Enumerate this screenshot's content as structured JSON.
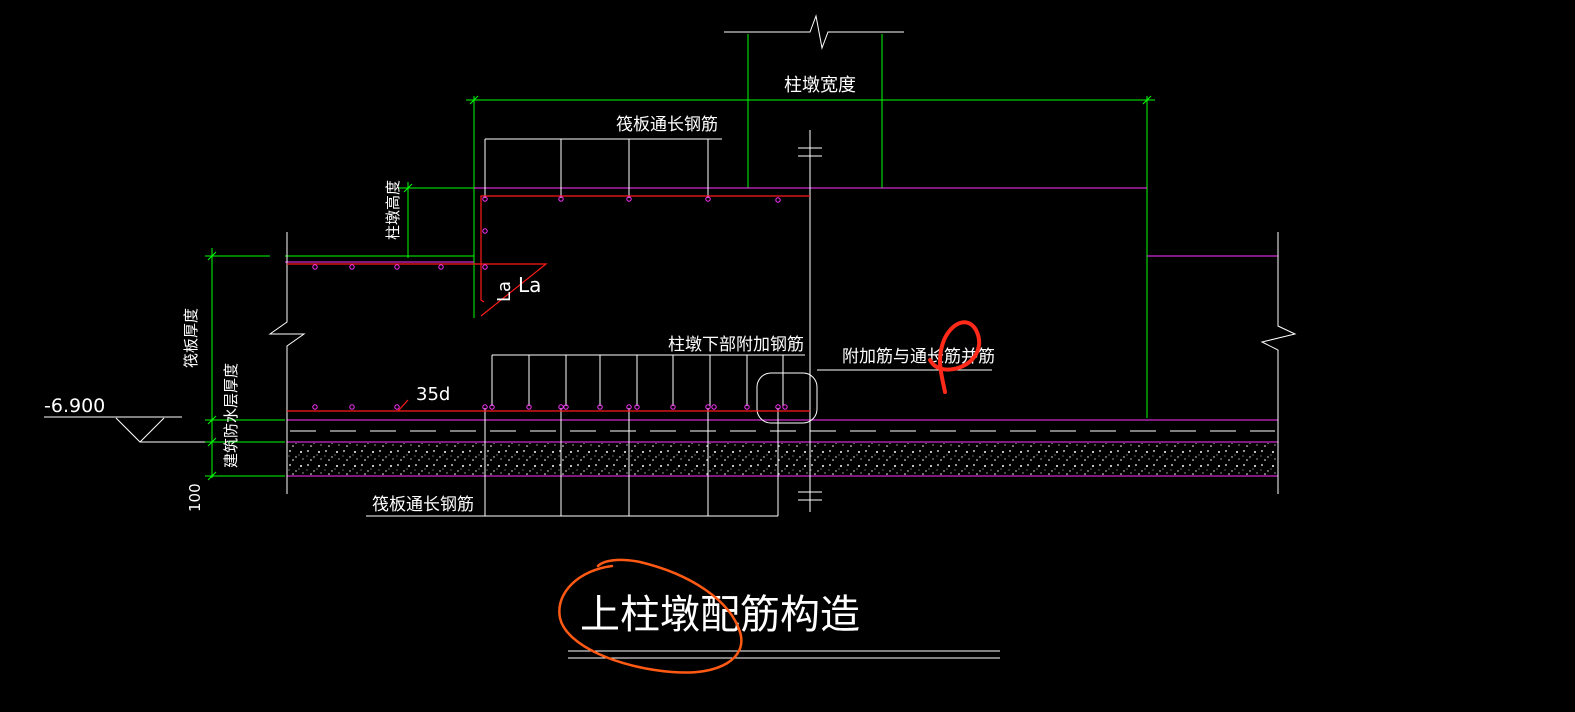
{
  "drawing": {
    "labels": {
      "column_pier_width": "柱墩宽度",
      "raft_top_continuous_rebar": "筏板通长钢筋",
      "pier_height": "柱墩高度",
      "raft_thickness": "筏板厚度",
      "waterproof_layer_thickness": "建筑防水层厚度",
      "lap_length_vertical": "La",
      "lap_length_horizontal": "La",
      "bend_length": "35d",
      "pier_bottom_additional_rebar": "柱墩下部附加钢筋",
      "additional_with_continuous_note": "附加筋与通长筋并筋",
      "raft_bottom_continuous_rebar": "筏板通长钢筋",
      "elevation": "-6.900",
      "cushion_thickness": "100"
    },
    "title": "上柱墩配筋构造"
  },
  "colors": {
    "background": "#000000",
    "dimension_green": "#00ff00",
    "outline_magenta": "#ff33ff",
    "rebar_red": "#ff1a1a",
    "leader_white": "#ffffff",
    "markup_red": "#ff2a1a",
    "markup_orange": "#ff5a14"
  }
}
